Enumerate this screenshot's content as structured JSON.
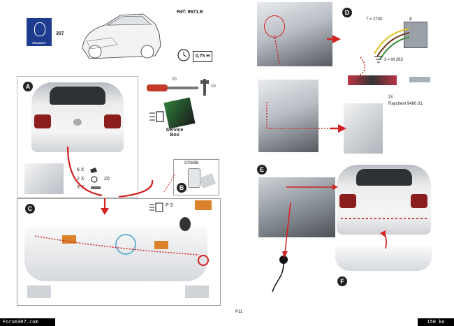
{
  "page": {
    "model": "307",
    "brand": "PEUGEOT",
    "ref": "Réf: 9671.E",
    "duration": "0,75 H",
    "page_number": "P11"
  },
  "labels": {
    "a": "A",
    "b": "B",
    "c": "C",
    "d": "D",
    "e": "E",
    "f": "F"
  },
  "tools": {
    "screwdriver_size": "20",
    "wrench_size": "10",
    "service_box": "Service\nBox"
  },
  "kit": {
    "line1": "6 X",
    "line2": "2 X",
    "torx": "20",
    "line3": "3 X",
    "part_no": "970898"
  },
  "c_panel": {
    "light_note": "P 3"
  },
  "d_panel": {
    "wire_top": "7 = 2700",
    "wire_mid_top": "2",
    "wire_mid_bot": "3",
    "wire_bottom": "3 = M 263",
    "qty": "2x",
    "raychem": "Raychem 9480.01"
  },
  "footer": {
    "site": "Forum307.com",
    "size": "150 ko"
  }
}
